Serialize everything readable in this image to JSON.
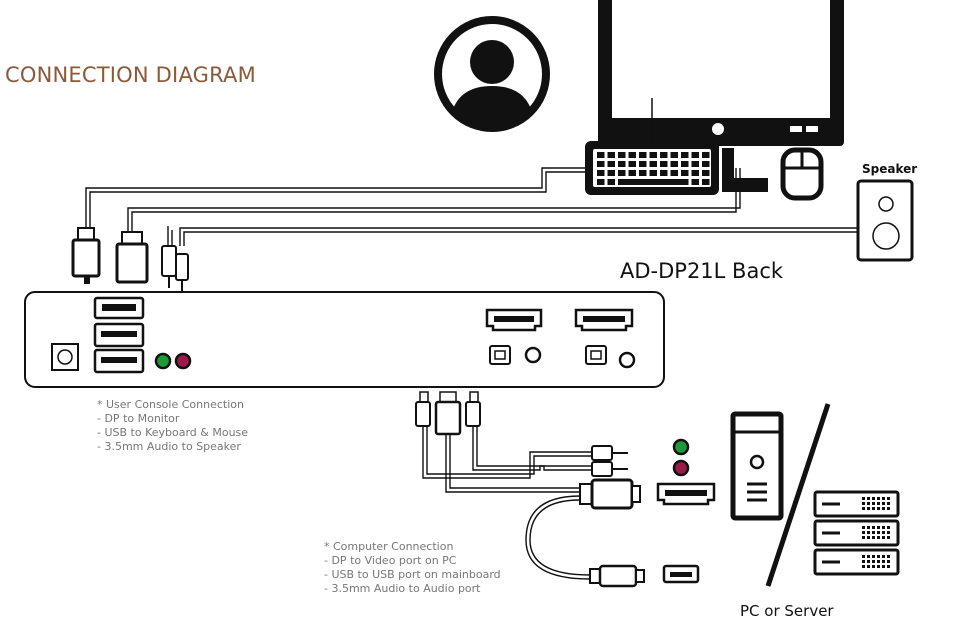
{
  "title": "CONNECTION DIAGRAM",
  "device_label": "AD-DP21L Back",
  "speaker_label": "Speaker",
  "pc_label": "PC or Server",
  "user_console_notes": [
    "* User Console Connection",
    "- DP to Monitor",
    "- USB to Keyboard & Mouse",
    "- 3.5mm Audio to Speaker"
  ],
  "computer_notes": [
    "* Computer Connection",
    "- DP to Video port on PC",
    "- USB to USB port on mainboard",
    "- 3.5mm Audio to Audio port"
  ],
  "colors": {
    "title": "#8a5a3a",
    "audio_green": "#1a9a3a",
    "audio_pink": "#9a1a4a"
  }
}
